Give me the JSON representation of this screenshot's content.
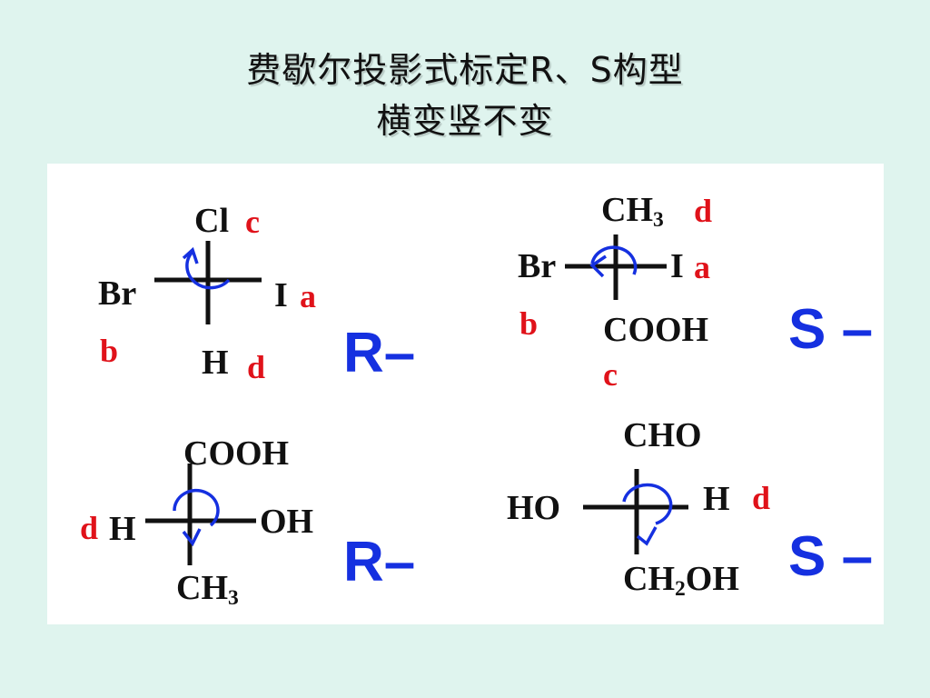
{
  "header": {
    "line1": "费歇尔投影式标定R、S构型",
    "line2": "横变竖不变"
  },
  "colors": {
    "label": "#111111",
    "priority": "#e0121a",
    "config": "#1530e0",
    "arrow": "#1530e0",
    "background": "#dff4ee"
  },
  "structures": [
    {
      "top": "Cl",
      "top_tag": "c",
      "left": "Br",
      "left_tag": "b",
      "right": "I",
      "right_tag": "a",
      "bottom": "H",
      "bottom_tag": "d",
      "config": "R–"
    },
    {
      "top_main": "CH",
      "top_sub": "3",
      "top_tag": "d",
      "left": "Br",
      "left_tag": "b",
      "right": "I",
      "right_tag": "a",
      "bottom": "COOH",
      "bottom_tag": "c",
      "config": "S –"
    },
    {
      "top": "COOH",
      "left": "H",
      "left_tag": "d",
      "right": "OH",
      "bottom_main": "CH",
      "bottom_sub": "3",
      "config": "R–"
    },
    {
      "top": "CHO",
      "left": "HO",
      "right": "H",
      "right_tag": "d",
      "bottom_main": "CH",
      "bottom_sub": "2",
      "bottom_rest": "OH",
      "config": "S –"
    }
  ]
}
